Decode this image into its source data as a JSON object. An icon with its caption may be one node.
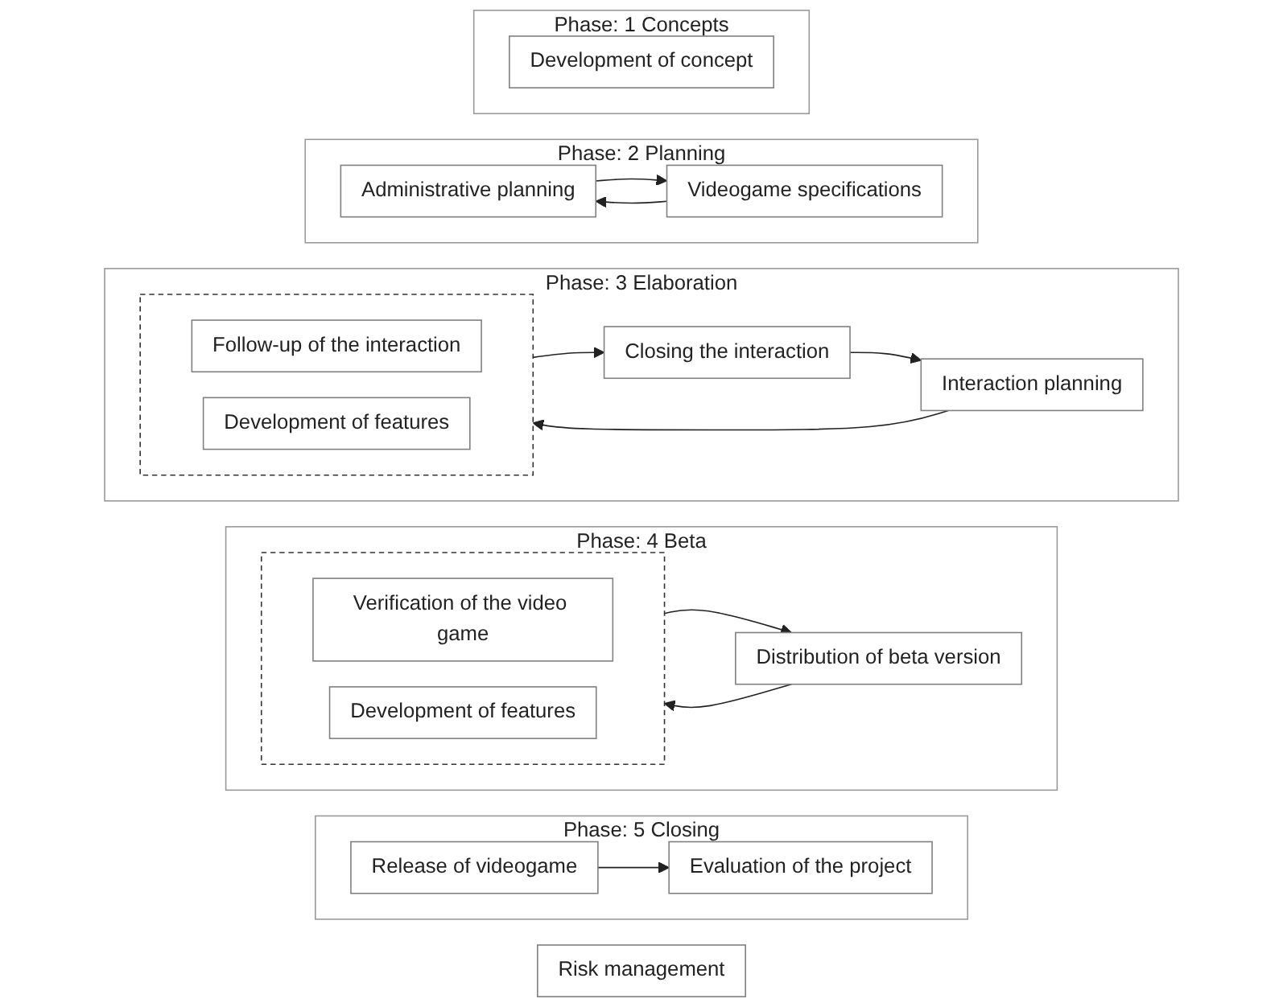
{
  "diagram": {
    "nodes": [
      {
        "text": [
          "Phase: 1 Concepts"
        ]
      },
      {
        "text": [
          "Development of concept"
        ],
        "in": 0
      },
      {
        "text": [
          "Phase: 2 Planning"
        ]
      },
      {
        "text": [
          "Administrative planning"
        ],
        "in": 2
      },
      {
        "text": [
          "Videogame specifications"
        ],
        "in": 2
      },
      {
        "text": [
          "Phase: 3 Elaboration"
        ]
      },
      {
        "text": [
          "Interaction planning"
        ],
        "in": 5
      },
      {
        "text": [],
        "shape": "box",
        "in": 5
      },
      {
        "text": [
          "Follow-up of the interaction"
        ],
        "in": 7
      },
      {
        "text": [
          "Development of features"
        ],
        "in": 7
      },
      {
        "text": [
          "Closing the interaction"
        ],
        "in": 5
      },
      {
        "text": [
          "Phase: 4 Beta"
        ]
      },
      {
        "text": [
          "Distribution of beta version"
        ],
        "in": 11
      },
      {
        "text": [],
        "shape": "box",
        "in": 11
      },
      {
        "text": [
          "Verification of the video game"
        ],
        "in": 13
      },
      {
        "text": [
          "Development of features"
        ],
        "in": 13
      },
      {
        "text": [
          "Phase: 5 Closing"
        ]
      },
      {
        "text": [
          "Release of videogame"
        ],
        "in": 16
      },
      {
        "text": [
          "Evaluation of the project"
        ],
        "in": 16
      },
      {
        "text": [
          "Risk management"
        ]
      }
    ],
    "edges": [
      {
        "from": 3,
        "to": 4,
        "arrow": "to"
      },
      {
        "from": 4,
        "to": 3,
        "arrow": "to"
      },
      {
        "from": 6,
        "to": 7,
        "arrow": "to"
      },
      {
        "from": 7,
        "to": 10,
        "arrow": "to"
      },
      {
        "from": 10,
        "to": 6,
        "arrow": "to"
      },
      {
        "from": 12,
        "to": 13,
        "arrow": "to"
      },
      {
        "from": 13,
        "to": 12,
        "arrow": "to"
      },
      {
        "from": 17,
        "to": 18,
        "arrow": "to"
      }
    ]
  }
}
